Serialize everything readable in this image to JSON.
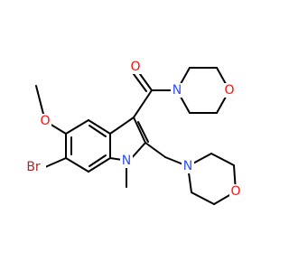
{
  "structure": {
    "atoms": {
      "carbonyl_o": {
        "label": "O",
        "color": "#FF0D0D"
      },
      "morpholine1_n": {
        "label": "N",
        "color": "#3050F8"
      },
      "morpholine1_o": {
        "label": "O",
        "color": "#FF0D0D"
      },
      "methoxy_o": {
        "label": "O",
        "color": "#FF0D0D"
      },
      "bromine": {
        "label": "Br",
        "color": "#A62929"
      },
      "indole_n": {
        "label": "N",
        "color": "#3050F8"
      },
      "morpholine2_n": {
        "label": "N",
        "color": "#3050F8"
      },
      "morpholine2_o": {
        "label": "O",
        "color": "#FF0D0D"
      }
    },
    "bond_color": "#000000"
  }
}
